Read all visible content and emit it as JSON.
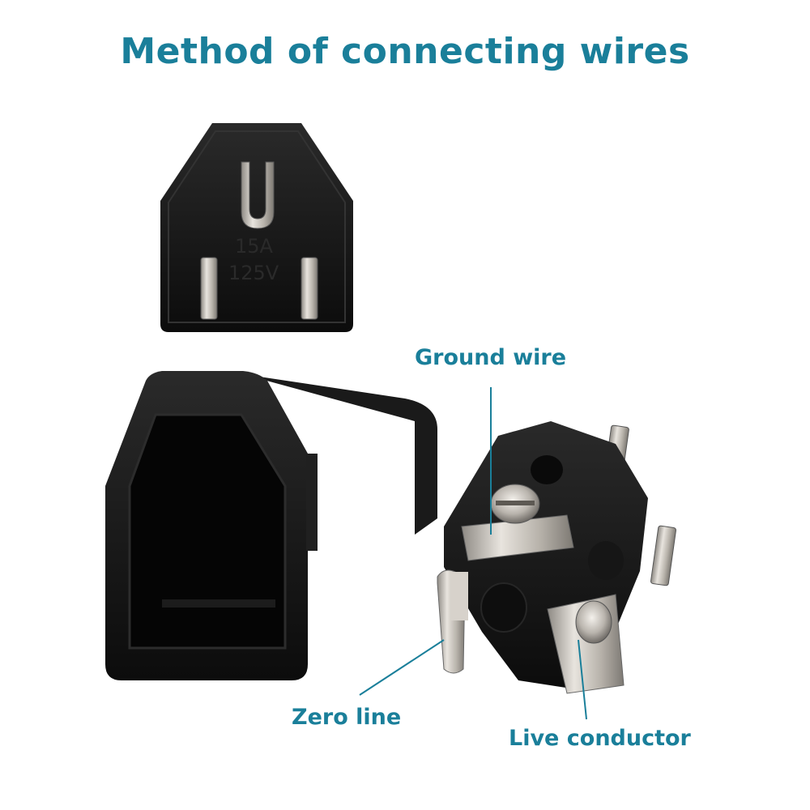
{
  "title": "Method of connecting wires",
  "plug_face": {
    "rating_current": "15A",
    "rating_voltage": "125V"
  },
  "callouts": {
    "ground": "Ground wire",
    "zero": "Zero line",
    "live": "Live conductor"
  },
  "colors": {
    "label_text": "#1a7f9a",
    "plug_body": "#111111",
    "metal_pins": "#c9c4bd"
  }
}
